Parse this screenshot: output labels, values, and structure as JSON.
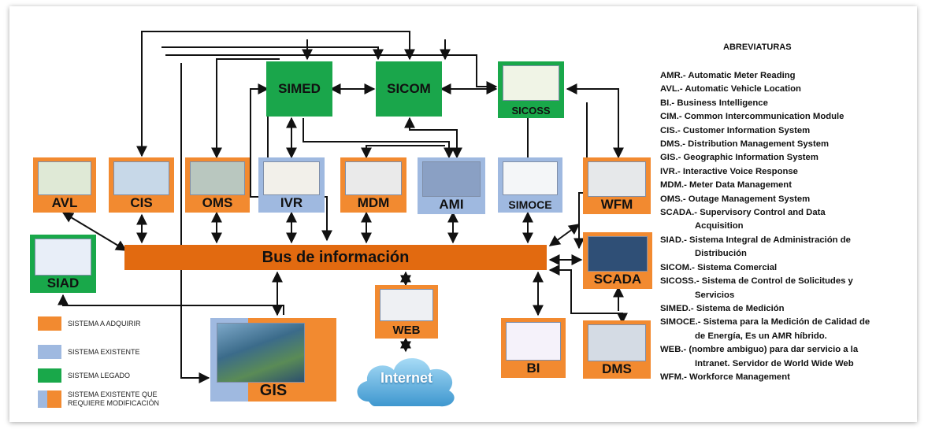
{
  "bus_label": "Bus de información",
  "nodes": {
    "simed": "SIMED",
    "sicom": "SICOM",
    "sicoss": "SICOSS",
    "avl": "AVL",
    "cis": "CIS",
    "oms": "OMS",
    "ivr": "IVR",
    "mdm": "MDM",
    "ami": "AMI",
    "simoce": "SIMOCE",
    "wfm": "WFM",
    "siad": "SIAD",
    "scada": "SCADA",
    "web": "WEB",
    "bi": "BI",
    "dms": "DMS",
    "gis": "GIS",
    "internet": "Internet"
  },
  "legend": [
    {
      "label": "SISTEMA A ADQUIRIR",
      "color": "#f28a30"
    },
    {
      "label": "SISTEMA EXISTENTE",
      "color": "#9fb9e0"
    },
    {
      "label": "SISTEMA LEGADO",
      "color": "#19a84a"
    },
    {
      "label": "SISTEMA EXISTENTE QUE REQUIERE MODIFICACIÓN",
      "color": "mixed"
    }
  ],
  "abbreviations_title": "ABREVIATURAS",
  "abbreviations": [
    {
      "line": "AMR.- Automatic Meter Reading"
    },
    {
      "line": "AVL.- Automatic Vehicle Location"
    },
    {
      "line": "BI.- Business Intelligence"
    },
    {
      "line": "CIM.- Common Intercommunication Module"
    },
    {
      "line": "CIS.- Customer Information System"
    },
    {
      "line": "DMS.- Distribution Management System"
    },
    {
      "line": "GIS.- Geographic Information System"
    },
    {
      "line": "IVR.- Interactive Voice Response"
    },
    {
      "line": "MDM.- Meter Data Management"
    },
    {
      "line": "OMS.- Outage Management System"
    },
    {
      "line": "SCADA.- Supervisory Control and Data",
      "cont": "Acquisition"
    },
    {
      "line": "SIAD.- Sistema Integral de Administración de",
      "cont": "Distribución"
    },
    {
      "line": "SICOM.- Sistema Comercial"
    },
    {
      "line": "SICOSS.- Sistema de Control de Solicitudes y",
      "cont": "Servicios"
    },
    {
      "line": "SIMED.- Sistema de Medición"
    },
    {
      "line": "SIMOCE.- Sistema para la Medición de Calidad de",
      "cont": "de Energía, Es un AMR híbrido."
    },
    {
      "line": "WEB.- (nombre ambiguo) para dar servicio a la",
      "cont": "Intranet. Servidor de World Wide Web"
    },
    {
      "line": "WFM.- Workforce Management"
    }
  ],
  "colors": {
    "acquire": "#f28a30",
    "existing": "#9fb9e0",
    "legacy": "#19a84a",
    "bus": "#e26a10"
  }
}
